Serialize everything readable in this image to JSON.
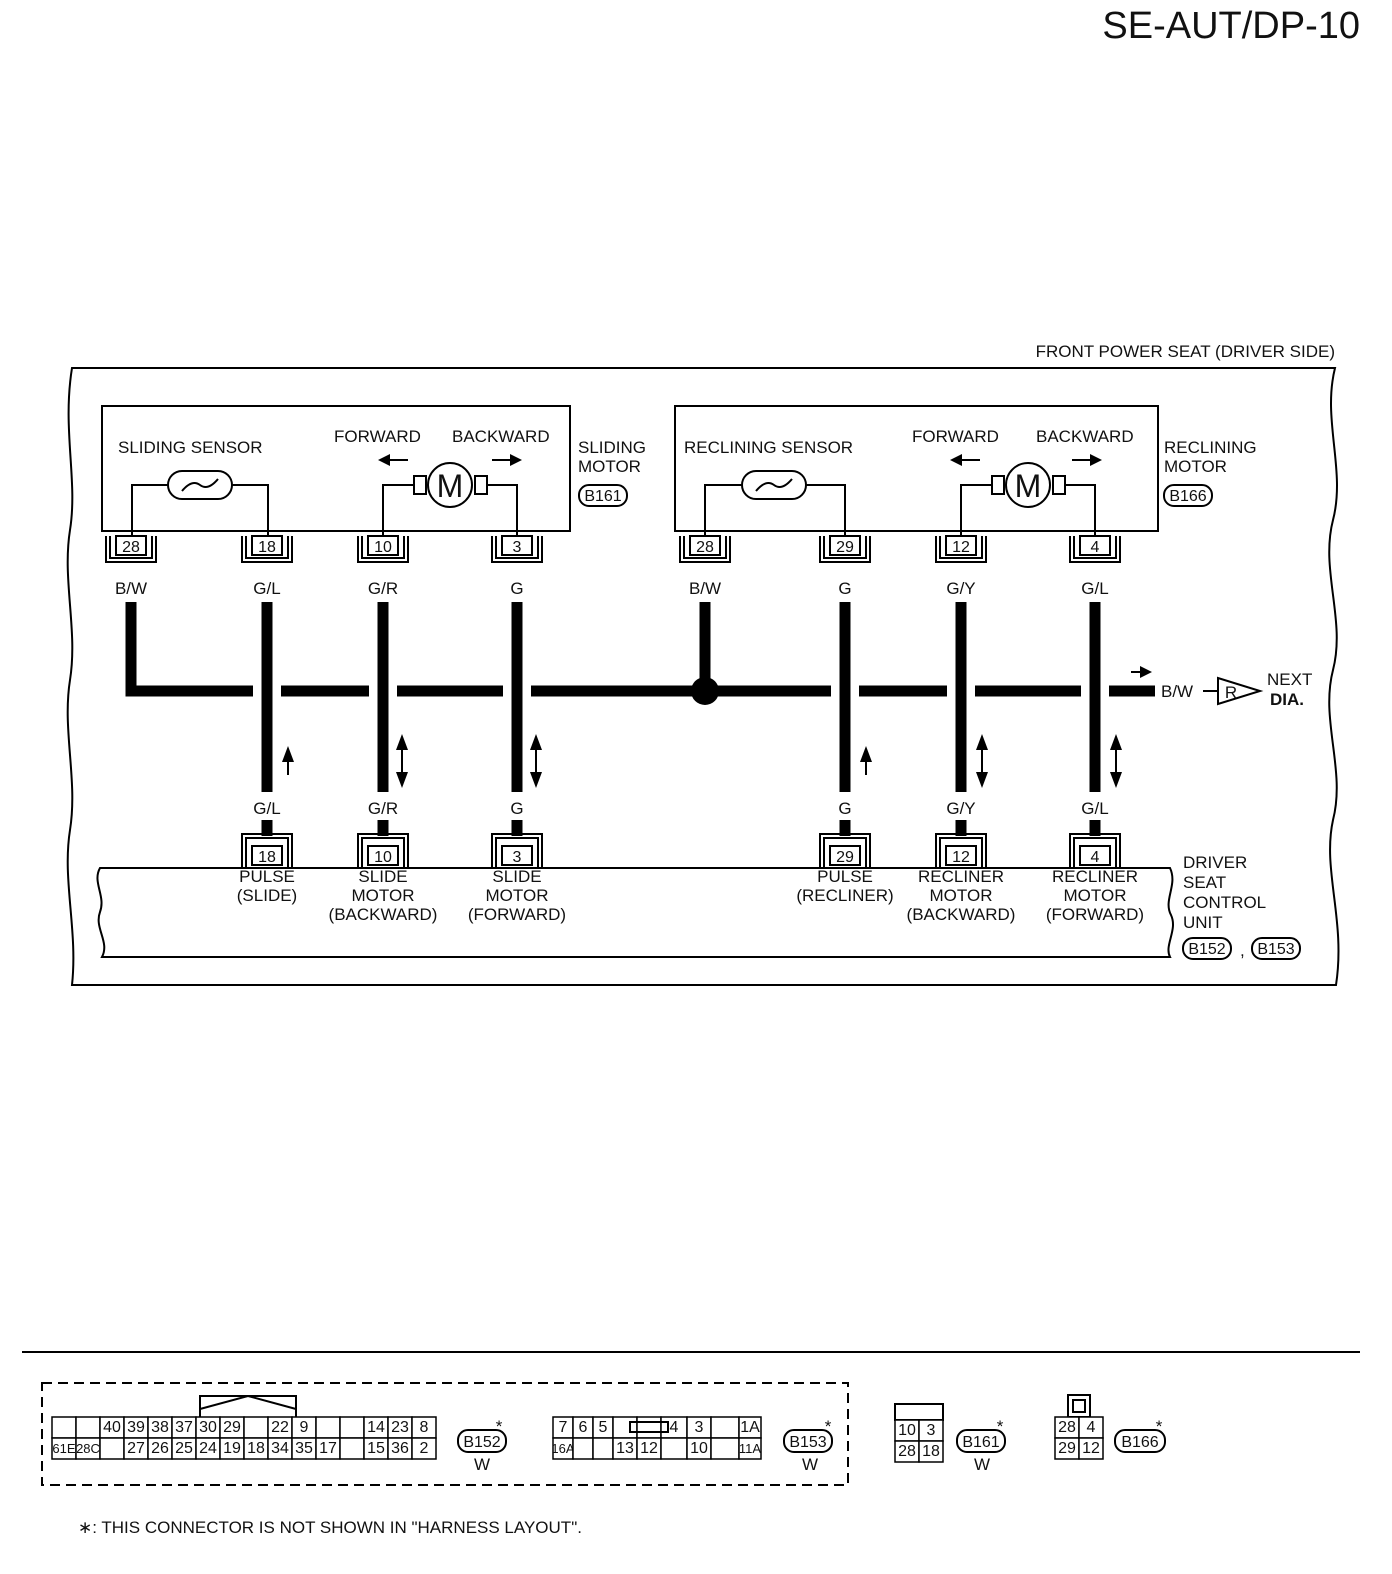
{
  "page_code": "SE-AUT/DP-10",
  "diagram_title": "FRONT POWER SEAT (DRIVER SIDE)",
  "sliding_motor": {
    "sensor_label": "SLIDING SENSOR",
    "forward": "FORWARD",
    "backward": "BACKWARD",
    "motor_symbol": "M",
    "name_line1": "SLIDING",
    "name_line2": "MOTOR",
    "connector": "B161",
    "pins": [
      "28",
      "18",
      "10",
      "3"
    ],
    "wire_colors": [
      "B/W",
      "G/L",
      "G/R",
      "G"
    ]
  },
  "reclining_motor": {
    "sensor_label": "RECLINING SENSOR",
    "forward": "FORWARD",
    "backward": "BACKWARD",
    "motor_symbol": "M",
    "name_line1": "RECLINING",
    "name_line2": "MOTOR",
    "connector": "B166",
    "pins": [
      "28",
      "29",
      "12",
      "4"
    ],
    "wire_colors": [
      "B/W",
      "G",
      "G/Y",
      "G/L"
    ]
  },
  "ground_link": {
    "wire_color": "B/W",
    "ref_letter": "R",
    "next_line1": "NEXT",
    "next_line2": "DIA."
  },
  "control_unit": {
    "name": [
      "DRIVER",
      "SEAT",
      "CONTROL",
      "UNIT"
    ],
    "connectors": [
      "B152",
      "B153"
    ],
    "separator": ",",
    "pins": [
      "18",
      "10",
      "3",
      "29",
      "12",
      "4"
    ],
    "wire_colors": [
      "G/L",
      "G/R",
      "G",
      "G",
      "G/Y",
      "G/L"
    ],
    "functions": [
      [
        "PULSE",
        "(SLIDE)"
      ],
      [
        "SLIDE",
        "MOTOR",
        "(BACKWARD)"
      ],
      [
        "SLIDE",
        "MOTOR",
        "(FORWARD)"
      ],
      [
        "PULSE",
        "(RECLINER)"
      ],
      [
        "RECLINER",
        "MOTOR",
        "(BACKWARD)"
      ],
      [
        "RECLINER",
        "MOTOR",
        "(FORWARD)"
      ]
    ]
  },
  "connector_views": {
    "b152": {
      "id": "B152",
      "color": "W",
      "star": "*",
      "top": [
        "",
        "",
        "40",
        "39",
        "38",
        "37",
        "30",
        "29",
        "",
        "22",
        "9",
        "",
        "",
        "14",
        "23",
        "8"
      ],
      "bottom": [
        "61E",
        "28C",
        "",
        "27",
        "26",
        "25",
        "24",
        "19",
        "18",
        "34",
        "35",
        "17",
        "",
        "15",
        "36",
        "2"
      ]
    },
    "b153": {
      "id": "B153",
      "color": "W",
      "star": "*",
      "top": [
        "7",
        "6",
        "5",
        "",
        "",
        "4",
        "3",
        "",
        "1A"
      ],
      "bottom": [
        "16A",
        "",
        "",
        "13",
        "12",
        "",
        "10",
        "",
        "11A"
      ]
    },
    "b161": {
      "id": "B161",
      "color": "W",
      "star": "*",
      "top": [
        "10",
        "3"
      ],
      "bottom": [
        "28",
        "18"
      ]
    },
    "b166": {
      "id": "B166",
      "star": "*",
      "top": [
        "28",
        "4"
      ],
      "bottom": [
        "29",
        "12"
      ]
    }
  },
  "footnote": "∗: THIS CONNECTOR IS NOT SHOWN IN \"HARNESS LAYOUT\"."
}
